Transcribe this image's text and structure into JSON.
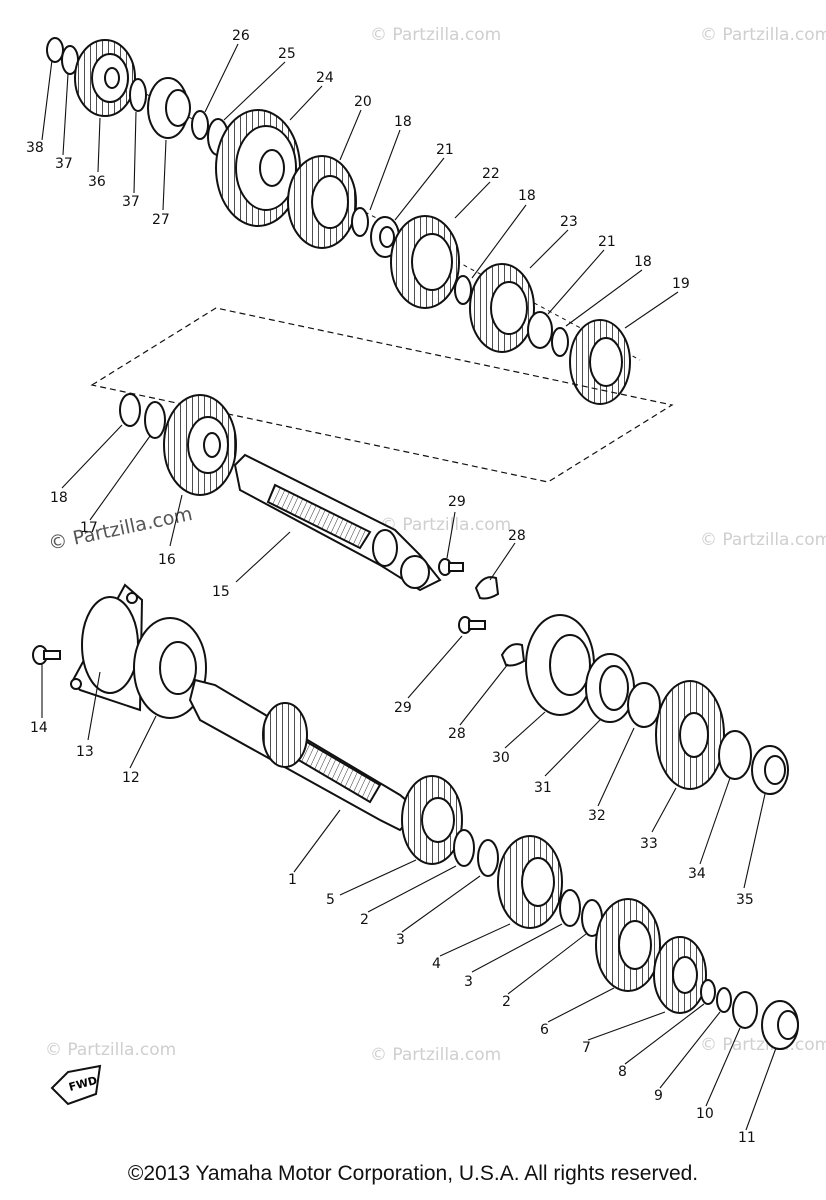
{
  "watermark": "© Partzilla.com",
  "copyright": "©2013  Yamaha Motor Corporation, U.S.A. All rights reserved.",
  "fwd_label": "FWD",
  "callouts": {
    "c38": "38",
    "c37a": "37",
    "c36": "36",
    "c37b": "37",
    "c27": "27",
    "c26": "26",
    "c25": "25",
    "c24": "24",
    "c20": "20",
    "c18a": "18",
    "c21a": "21",
    "c22": "22",
    "c18b": "18",
    "c23": "23",
    "c21b": "21",
    "c18c": "18",
    "c19": "19",
    "c18d": "18",
    "c17": "17",
    "c16": "16",
    "c15": "15",
    "c29a": "29",
    "c28a": "28",
    "c29b": "29",
    "c28b": "28",
    "c14": "14",
    "c13": "13",
    "c12": "12",
    "c30": "30",
    "c31": "31",
    "c32": "32",
    "c33": "33",
    "c34": "34",
    "c35": "35",
    "c1": "1",
    "c5": "5",
    "c2a": "2",
    "c3a": "3",
    "c4": "4",
    "c3b": "3",
    "c2b": "2",
    "c6": "6",
    "c7": "7",
    "c8": "8",
    "c9": "9",
    "c10": "10",
    "c11": "11"
  }
}
